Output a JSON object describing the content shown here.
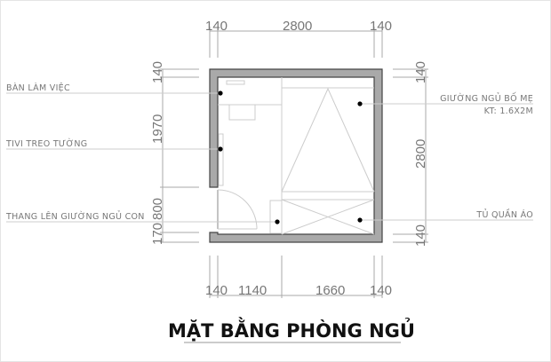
{
  "title": "MẶT BẰNG PHÒNG NGỦ",
  "dimensions": {
    "top": [
      "140",
      "2800",
      "140"
    ],
    "bottom": [
      "140",
      "1140",
      "1660",
      "140"
    ],
    "left": [
      "140",
      "1970",
      "800",
      "170"
    ],
    "right": [
      "140",
      "2800",
      "140"
    ]
  },
  "labels": {
    "desk": "BÀN LÀM VIỆC",
    "tv": "TIVI TREO TƯỜNG",
    "ladder": "THANG LÊN GIƯỜNG NGỦ CON",
    "bed": "GIƯỜNG NGỦ BỐ MẸ",
    "bed_size": "KT: 1.6X2M",
    "wardrobe": "TỦ QUẦN ÁO"
  },
  "colors": {
    "wall": "#a9a9a9",
    "wall_outline": "#444444"
  }
}
